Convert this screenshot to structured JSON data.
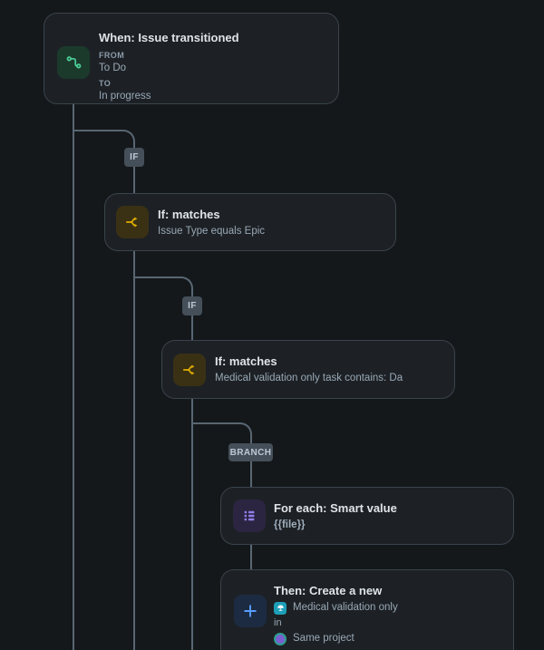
{
  "colors": {
    "canvas_bg": "#14181b",
    "card_bg": "#1d2125",
    "card_border": "#3a434c",
    "connector": "#596672",
    "badge_bg": "#454f59",
    "title_text": "#dee4ea",
    "secondary_text": "#99a8b6",
    "trigger_green": "#4bce97",
    "condition_yellow": "#e2b203",
    "branch_purple": "#8f7ee7",
    "action_blue": "#579dff",
    "issue_type_teal": "#1d9fb8"
  },
  "icons": {
    "trigger": "issue-transition-icon",
    "condition": "branch-split-icon",
    "for_each": "bullet-list-icon",
    "action": "plus-icon",
    "issue_type": "issue-type-icon",
    "project": "project-avatar"
  },
  "workflow": {
    "trigger": {
      "title": "When: Issue transitioned",
      "from_label": "FROM",
      "from_value": "To Do",
      "to_label": "TO",
      "to_value": "In progress"
    },
    "if_badge_label": "IF",
    "branch_badge_label": "BRANCH",
    "condition_epic": {
      "title": "If: matches",
      "subtitle": "Issue Type equals Epic"
    },
    "condition_medical": {
      "title": "If: matches",
      "subtitle": "Medical validation only task contains: Da"
    },
    "for_each": {
      "title": "For each: Smart value",
      "smart_value": "{{file}}"
    },
    "create_action": {
      "title": "Then: Create a new",
      "issue_type": "Medical validation only",
      "preposition": "in",
      "project_scope": "Same project"
    }
  }
}
